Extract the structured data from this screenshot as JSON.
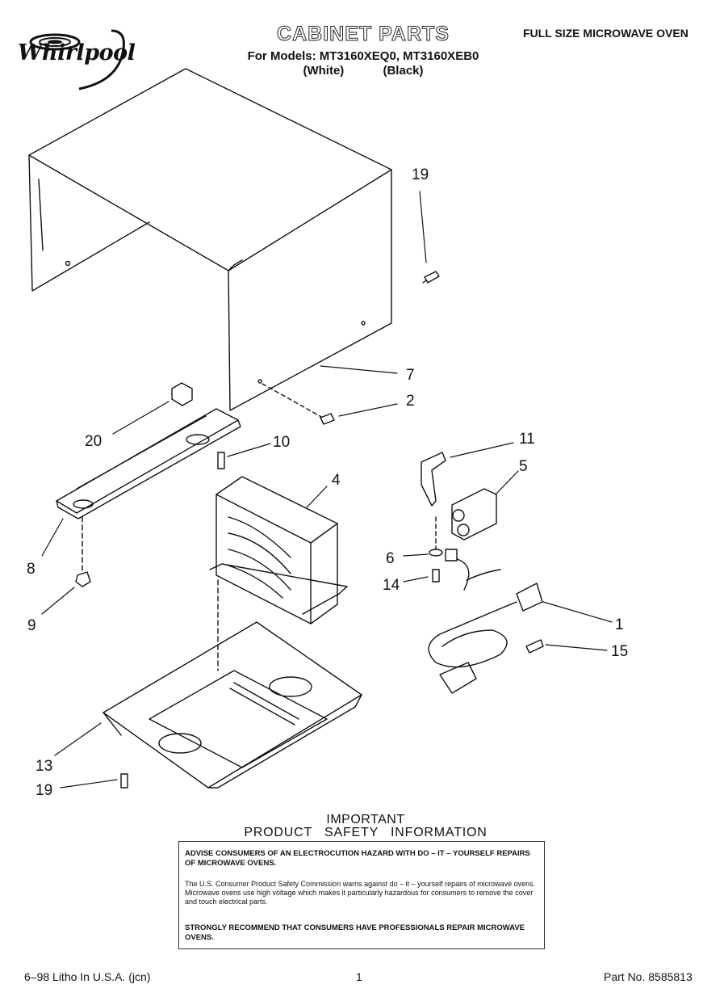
{
  "brand": {
    "logo_text": "Whirlpool"
  },
  "header": {
    "title": "CABINET PARTS",
    "models_line": "For Models: MT3160XEQ0, MT3160XEB0",
    "variant_white": "(White)",
    "variant_black": "(Black)",
    "product_type": "FULL SIZE MICROWAVE OVEN"
  },
  "callouts": [
    "19",
    "7",
    "2",
    "20",
    "10",
    "11",
    "5",
    "4",
    "8",
    "6",
    "14",
    "9",
    "1",
    "15",
    "13",
    "19"
  ],
  "safety": {
    "heading_line1": "IMPORTANT",
    "heading_line2": "PRODUCT SAFETY INFORMATION",
    "advisory": "ADVISE CONSUMERS OF AN ELECTROCUTION HAZARD WITH DO – IT – YOURSELF REPAIRS OF MICROWAVE OVENS.",
    "body": "The U.S. Consumer Product Safety Commission warns against do – it – yourself repairs of microwave ovens. Microwave ovens use high voltage which makes it particularly hazardous for consumers to remove the cover and touch electrical parts.",
    "recommendation": "STRONGLY RECOMMEND THAT CONSUMERS HAVE PROFESSIONALS REPAIR MICROWAVE OVENS."
  },
  "footer": {
    "print_info": "6–98 Litho In U.S.A. (jcn)",
    "page_number": "1",
    "part_number": "Part No. 8585813"
  }
}
